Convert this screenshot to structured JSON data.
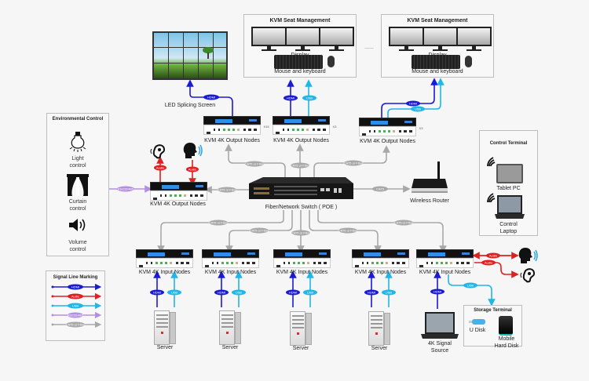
{
  "title": "KVM 4K Distributed System Topology",
  "colors": {
    "hdmi": "#1a1ad6",
    "audio": "#e02020",
    "usb": "#1fb6e8",
    "rs232": "#b48fe0",
    "cat": "#a8a8a8",
    "background": "#f6f6f6"
  },
  "top": {
    "led_screen_label": "LED Splicing Screen",
    "seat_management": [
      {
        "title": "KVM Seat Management",
        "display_label": "Display",
        "input_label": "Mouse and keyboard"
      },
      {
        "title": "KVM Seat Management",
        "display_label": "Display",
        "input_label": "Mouse and keyboard"
      }
    ],
    "ellipsis": "......"
  },
  "output_nodes": [
    {
      "label": "KVM 4K Output Nodes",
      "multiplier": "X15"
    },
    {
      "label": "KVM 4K Output Nodes",
      "multiplier": "X3"
    },
    {
      "label": "KVM 4K Output Nodes",
      "multiplier": "X3"
    },
    {
      "label": "KVM 4K Output Nodes",
      "multiplier": ""
    }
  ],
  "environmental_control": {
    "title": "Environmental Control",
    "items": [
      {
        "icon": "light-bulb-icon",
        "label_line1": "Light",
        "label_line2": "control"
      },
      {
        "icon": "curtain-icon",
        "label_line1": "Curtain",
        "label_line2": "control"
      },
      {
        "icon": "speaker-icon",
        "label_line1": "Volume",
        "label_line2": "control"
      }
    ]
  },
  "switch": {
    "label": "Fiber/Network Switch ( POE )"
  },
  "router": {
    "label": "Wireless Router"
  },
  "control_terminal": {
    "title": "Control Terminal",
    "items": [
      {
        "icon": "tablet-icon",
        "label_line1": "Tablet PC",
        "label_line2": ""
      },
      {
        "icon": "laptop-icon",
        "label_line1": "Control",
        "label_line2": "Laptop"
      }
    ]
  },
  "input_nodes": [
    {
      "label": "KVM 4K Input Nodes",
      "source": "Server"
    },
    {
      "label": "KVM 4K Input Nodes",
      "source": "Server"
    },
    {
      "label": "KVM 4K Input Nodes",
      "source": "Server"
    },
    {
      "label": "KVM 4K Input Nodes",
      "source": "Server"
    },
    {
      "label": "KVM 4K Input Nodes",
      "source_line1": "4K Signal",
      "source_line2": "Source"
    }
  ],
  "storage_terminal": {
    "title": "Storage Terminal",
    "items": [
      {
        "icon": "usb-disk-icon",
        "label_line1": "U Disk",
        "label_line2": ""
      },
      {
        "icon": "hard-disk-icon",
        "label_line1": "Mobile",
        "label_line2": "Hard Disk"
      }
    ]
  },
  "legend": {
    "title": "Signal Line Marking",
    "items": [
      {
        "key": "hdmi",
        "label": "HDMI"
      },
      {
        "key": "audio",
        "label": "Audio"
      },
      {
        "key": "usb",
        "label": "USB"
      },
      {
        "key": "rs232",
        "label": "RS232/485"
      },
      {
        "key": "cat",
        "label": "CAT5 or Fiber"
      }
    ]
  },
  "link_labels": {
    "hdmi": "HDMI",
    "usb": "USB",
    "audio": "Audio",
    "rs232": "RS232/485",
    "cat": "CAT5 or Fiber",
    "cat_router": "CAT5"
  }
}
